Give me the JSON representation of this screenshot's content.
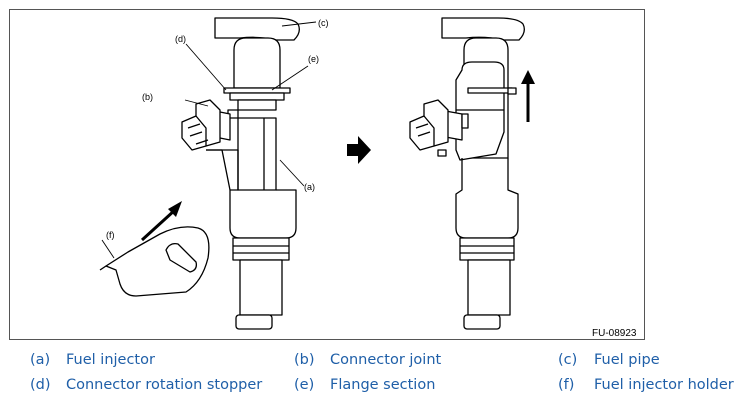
{
  "figure": {
    "code": "FU-08923",
    "callouts": {
      "a": "(a)",
      "b": "(b)",
      "c": "(c)",
      "d": "(d)",
      "e": "(e)",
      "f": "(f)"
    }
  },
  "legend": [
    {
      "key": "(a)",
      "label": "Fuel injector"
    },
    {
      "key": "(b)",
      "label": "Connector joint"
    },
    {
      "key": "(c)",
      "label": "Fuel pipe"
    },
    {
      "key": "(d)",
      "label": "Connector rotation stopper"
    },
    {
      "key": "(e)",
      "label": "Flange section"
    },
    {
      "key": "(f)",
      "label": "Fuel injector holder"
    }
  ],
  "colors": {
    "legend_text": "#1f5fa8",
    "line": "#000000",
    "frame": "#555555"
  }
}
